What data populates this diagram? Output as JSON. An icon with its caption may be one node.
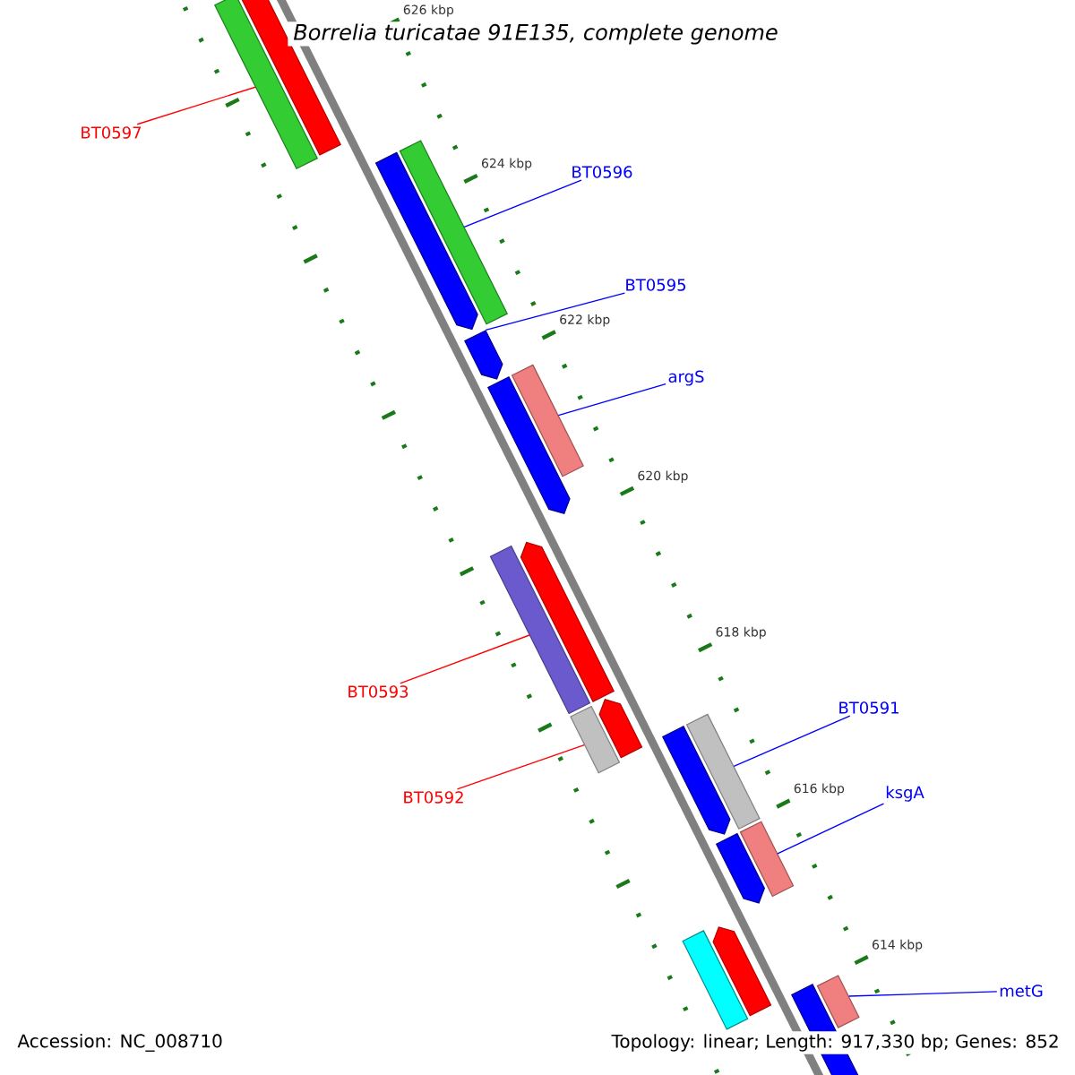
{
  "diagram": {
    "title": "Borrelia turicatae 91E135, complete genome",
    "nodes": [
      {
        "text": [
          "BT0597"
        ]
      },
      {
        "text": [],
        "shape": "bar"
      },
      {
        "text": [
          "BT0596"
        ]
      },
      {
        "text": [],
        "shape": "bar"
      },
      {
        "text": [
          "BT0595"
        ]
      },
      {
        "text": [],
        "shape": "bar"
      },
      {
        "text": [
          "argS"
        ]
      },
      {
        "text": [],
        "shape": "bar"
      },
      {
        "text": [
          "BT0593"
        ]
      },
      {
        "text": [],
        "shape": "bar"
      },
      {
        "text": [
          "BT0592"
        ]
      },
      {
        "text": [],
        "shape": "bar"
      },
      {
        "text": [
          "BT0591"
        ]
      },
      {
        "text": [],
        "shape": "bar"
      },
      {
        "text": [
          "ksgA"
        ]
      },
      {
        "text": [],
        "shape": "bar"
      },
      {
        "text": [
          "metG"
        ]
      },
      {
        "text": [],
        "shape": "bar"
      }
    ],
    "edges": [
      {
        "from": 0,
        "to": 1,
        "arrow": "none",
        "color": "#ff0000"
      },
      {
        "from": 2,
        "to": 3,
        "arrow": "none"
      },
      {
        "from": 4,
        "to": 5,
        "arrow": "none"
      },
      {
        "from": 6,
        "to": 7,
        "arrow": "none"
      },
      {
        "from": 8,
        "to": 9,
        "arrow": "none",
        "color": "#ff0000"
      },
      {
        "from": 10,
        "to": 11,
        "arrow": "none",
        "color": "#ff0000"
      },
      {
        "from": 12,
        "to": 13,
        "arrow": "none"
      },
      {
        "from": 14,
        "to": 15,
        "arrow": "none"
      },
      {
        "from": 16,
        "to": 17,
        "arrow": "none"
      }
    ],
    "labels": [
      "626 kbp",
      "624 kbp",
      "622 kbp",
      "620 kbp",
      "618 kbp",
      "616 kbp",
      "614 kbp",
      "Accession: NC_008710",
      "Topology: linear; Length: 917,330 bp; Genes: 852"
    ]
  }
}
